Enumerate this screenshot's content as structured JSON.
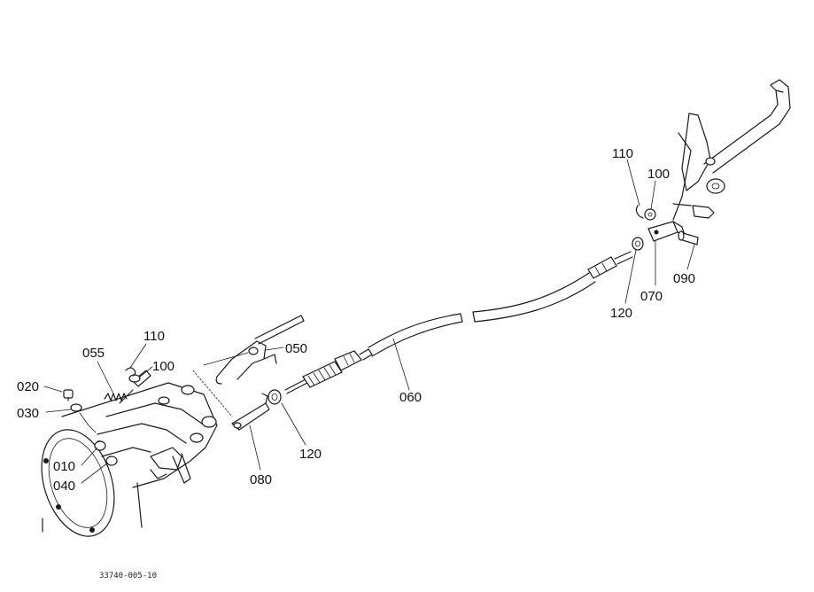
{
  "diagram": {
    "drawing_code": "33740-005-10",
    "callouts": {
      "c020": "020",
      "c030": "030",
      "c010": "010",
      "c040": "040",
      "c055": "055",
      "c110_left": "110",
      "c100_left": "100",
      "c050": "050",
      "c080": "080",
      "c120_left": "120",
      "c060": "060",
      "c110_right": "110",
      "c100_right": "100",
      "c120_right": "120",
      "c070": "070",
      "c090": "090"
    }
  }
}
